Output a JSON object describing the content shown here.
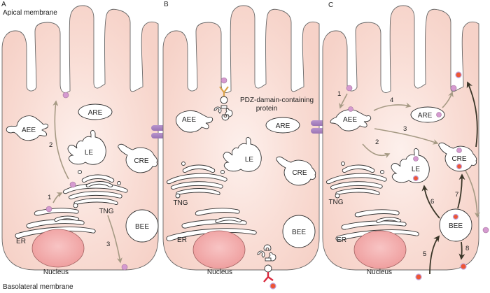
{
  "figure": {
    "apical_label": "Apical membrane",
    "basolateral_label": "Basolateral membrane",
    "colors": {
      "cytoplasm": "#f9d8d0",
      "nucleus": "#f0a8a8",
      "cargo_pink": "#d59ad0",
      "cargo_red": "#ee5533",
      "junction": "#a982c0",
      "receptor_orange": "#d9a24a",
      "receptor_red": "#d8283c",
      "arrow_light": "#a69a84",
      "arrow_dark": "#3a3628"
    },
    "panels": [
      {
        "id": "A",
        "letter": "A",
        "organelles": {
          "aee": "AEE",
          "are": "ARE",
          "le": "LE",
          "cre": "CRE",
          "tng": "TNG",
          "bee": "BEE",
          "er": "ER",
          "nucleus": "Nucleus"
        },
        "arrows": [
          "1",
          "2",
          "3"
        ]
      },
      {
        "id": "B",
        "letter": "B",
        "organelles": {
          "aee": "AEE",
          "are": "ARE",
          "le": "LE",
          "cre": "CRE",
          "tng": "TNG",
          "bee": "BEE",
          "er": "ER",
          "nucleus": "Nucleus"
        },
        "annotation_line1": "PDZ-damain-containing",
        "annotation_line2": "protein"
      },
      {
        "id": "C",
        "letter": "C",
        "organelles": {
          "aee": "AEE",
          "are": "ARE",
          "le": "LE",
          "cre": "CRE",
          "tng": "TNG",
          "bee": "BEE",
          "er": "ER",
          "nucleus": "Nucleus"
        },
        "arrows": [
          "1",
          "2",
          "3",
          "4",
          "5",
          "6",
          "7",
          "8"
        ]
      }
    ]
  }
}
